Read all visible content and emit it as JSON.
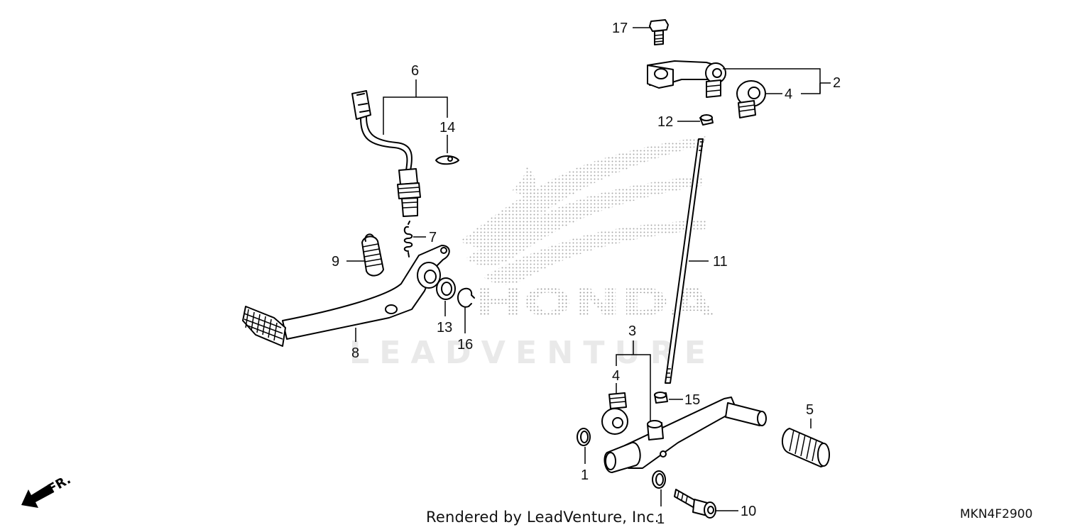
{
  "watermark": {
    "wordmark": "HONDA",
    "brand": "LEADVENTURE"
  },
  "footer": {
    "rendered_by": "Rendered by LeadVenture, Inc.",
    "diagram_code": "MKN4F2900"
  },
  "direction_indicator": {
    "label": "FR.",
    "icon": "front-direction-arrow-icon"
  },
  "callouts": [
    {
      "id": "c17",
      "label": "17"
    },
    {
      "id": "c2",
      "label": "2"
    },
    {
      "id": "c4a",
      "label": "4"
    },
    {
      "id": "c12",
      "label": "12"
    },
    {
      "id": "c6",
      "label": "6"
    },
    {
      "id": "c14",
      "label": "14"
    },
    {
      "id": "c7",
      "label": "7"
    },
    {
      "id": "c9",
      "label": "9"
    },
    {
      "id": "c11",
      "label": "11"
    },
    {
      "id": "c13",
      "label": "13"
    },
    {
      "id": "c16",
      "label": "16"
    },
    {
      "id": "c8",
      "label": "8"
    },
    {
      "id": "c3",
      "label": "3"
    },
    {
      "id": "c4b",
      "label": "4"
    },
    {
      "id": "c15",
      "label": "15"
    },
    {
      "id": "c5",
      "label": "5"
    },
    {
      "id": "c1a",
      "label": "1"
    },
    {
      "id": "c1b",
      "label": "1"
    },
    {
      "id": "c10",
      "label": "10"
    }
  ]
}
